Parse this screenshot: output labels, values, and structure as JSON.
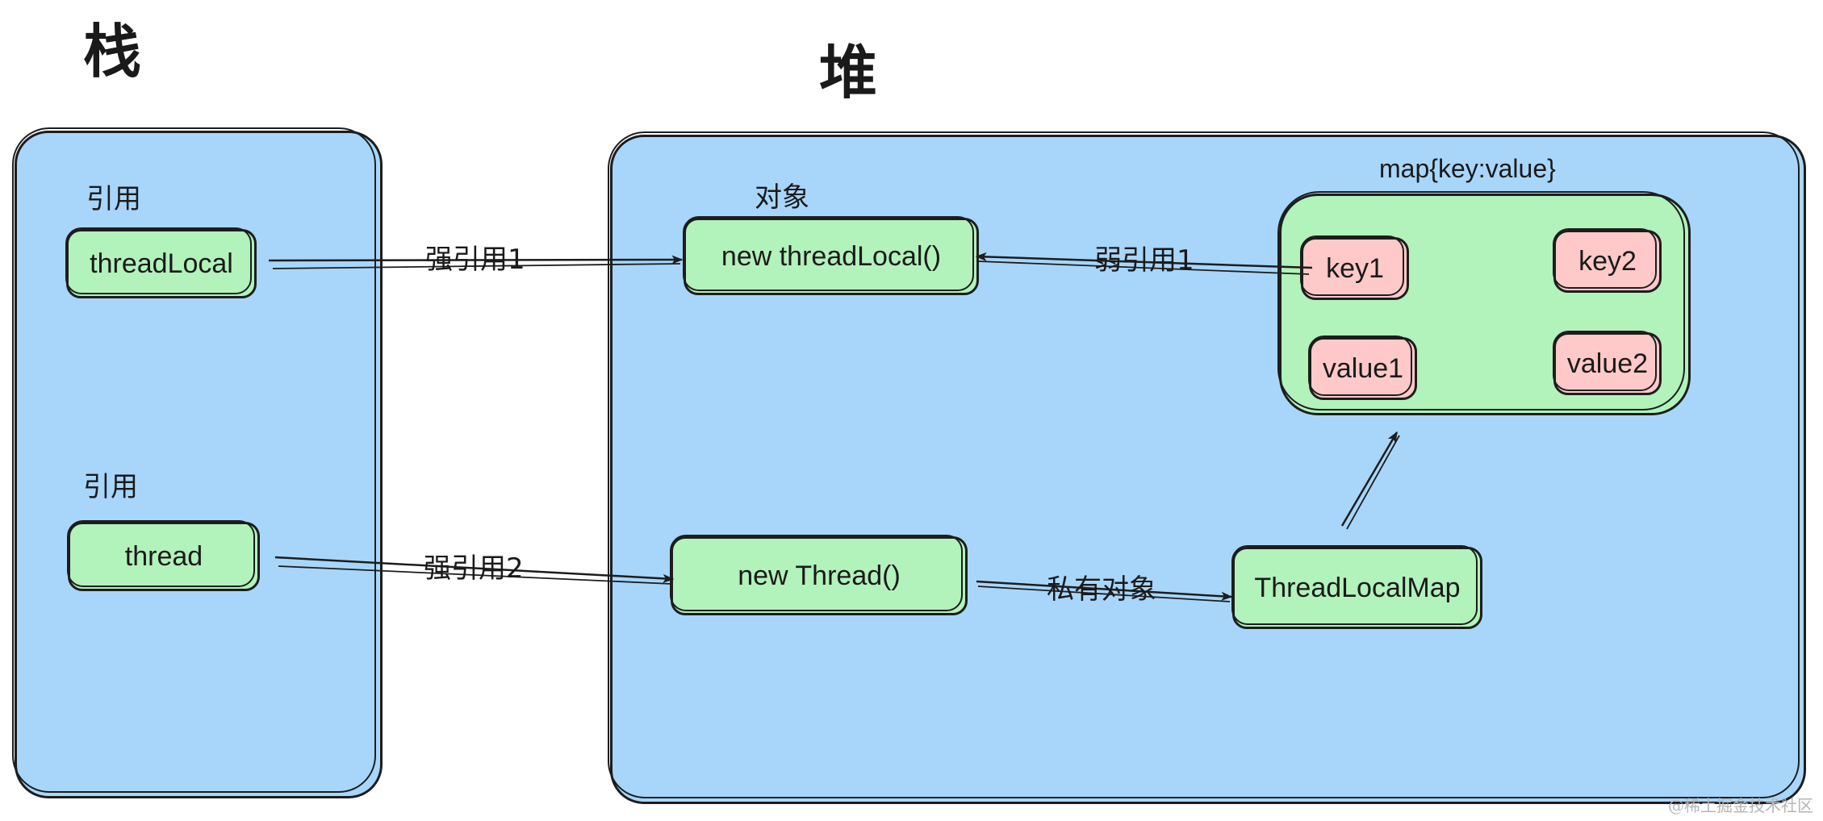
{
  "titles": {
    "stack": "栈",
    "heap": "堆"
  },
  "stack": {
    "ref1_label": "引用",
    "ref1_node": "threadLocal",
    "ref2_label": "引用",
    "ref2_node": "thread"
  },
  "heap": {
    "object_label": "对象",
    "threadlocal_obj": "new threadLocal()",
    "thread_obj": "new Thread()",
    "threadlocalmap": "ThreadLocalMap",
    "map_label": "map{key:value}",
    "map": {
      "key1": "key1",
      "value1": "value1",
      "key2": "key2",
      "value2": "value2"
    }
  },
  "edges": {
    "strong_ref_1": "强引用1",
    "strong_ref_2": "强引用2",
    "weak_ref_1": "弱引用1",
    "private_obj": "私有对象"
  },
  "colors": {
    "region": "#a8d6fb",
    "node": "#b2f2bb",
    "map_entry": "#ffc9c9",
    "stroke": "#1d1d1d"
  },
  "watermark": "@稀土掘金技术社区"
}
